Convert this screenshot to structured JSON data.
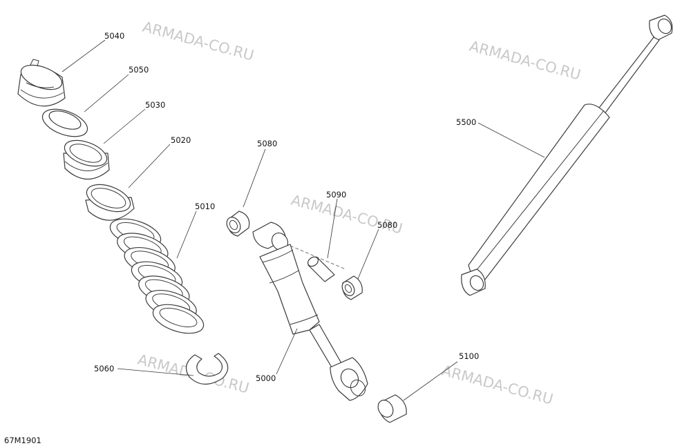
{
  "watermark": "ARMADA-CO.RU",
  "figure_code": "67M1901",
  "callouts": {
    "c5040": "5040",
    "c5050": "5050",
    "c5030": "5030",
    "c5020": "5020",
    "c5010": "5010",
    "c5060": "5060",
    "c5080a": "5080",
    "c5090": "5090",
    "c5080b": "5080",
    "c5000": "5000",
    "c5100": "5100",
    "c5500": "5500"
  }
}
